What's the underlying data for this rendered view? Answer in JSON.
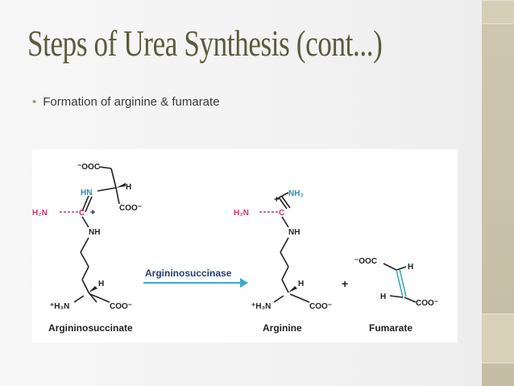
{
  "slide": {
    "title": "Steps of Urea Synthesis (cont...)",
    "bullets": [
      "Formation of arginine & fumarate"
    ]
  },
  "diagram": {
    "enzyme": "Argininosuccinase",
    "plus": "+",
    "argininosuccinate": {
      "name": "Argininosuccinate",
      "ooc": "⁻OOC",
      "hn": "HN",
      "h_top": "H",
      "h2n": "H₂N",
      "c": "C",
      "plus": "+",
      "coo_top": "COO⁻",
      "nh": "NH",
      "h_bottom": "H",
      "h3n": "⁺H₃N",
      "coo_bottom": "COO⁻"
    },
    "arginine": {
      "name": "Arginine",
      "nh2": "NH₂",
      "h2n": "H₂N",
      "c": "C",
      "plus": "+",
      "nh": "NH",
      "h": "H",
      "h3n": "⁺H₃N",
      "coo": "COO⁻"
    },
    "fumarate": {
      "name": "Fumarate",
      "ooc": "⁻OOC",
      "h1": "H",
      "h2": "H",
      "coo": "COO⁻"
    },
    "colors": {
      "amine": "#d6336c",
      "enzyme": "#1f3d7a",
      "arrow": "#3fa8c9",
      "title": "#5a5a3d"
    }
  }
}
